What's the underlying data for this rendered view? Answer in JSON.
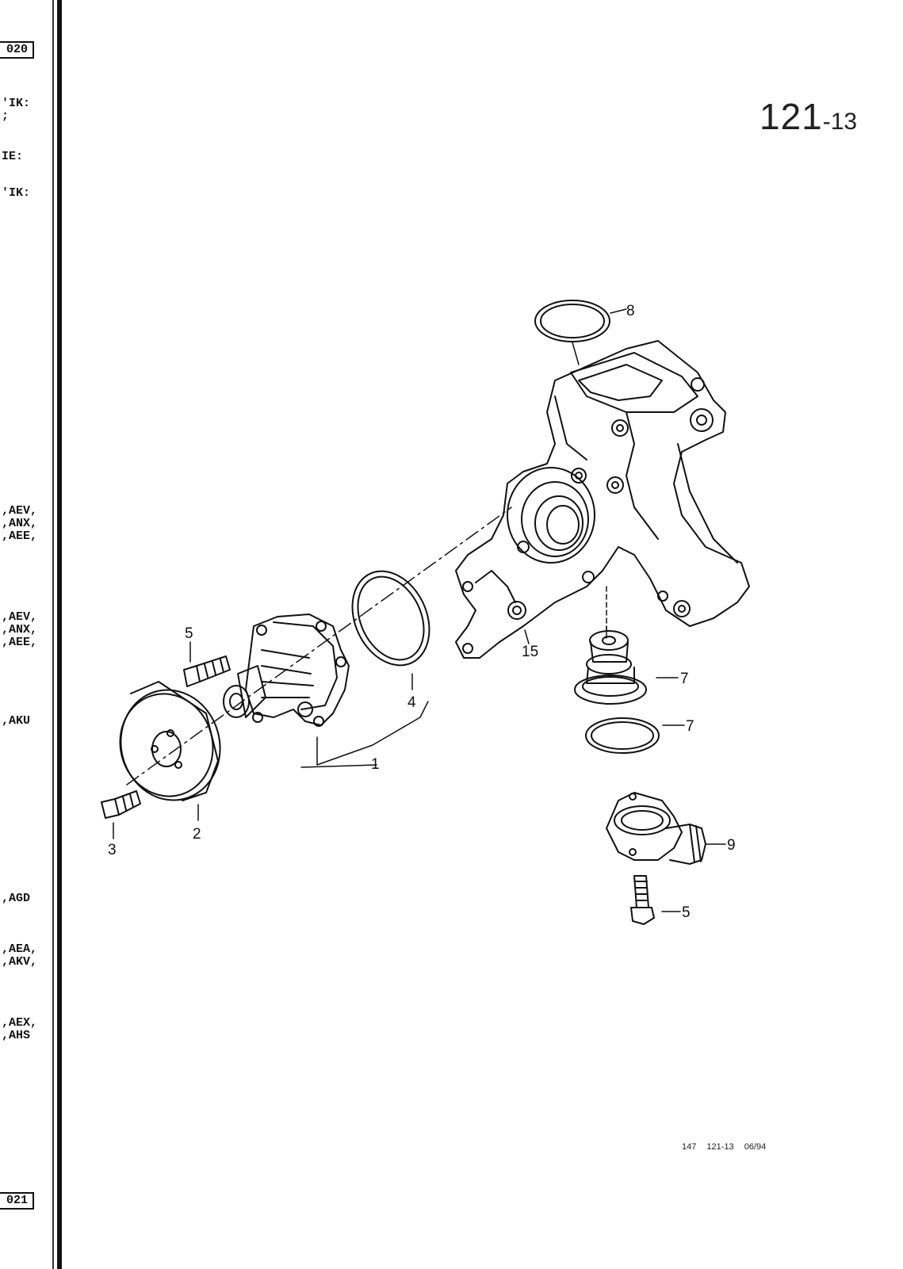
{
  "page": {
    "number_main": "121",
    "number_sub": "-13",
    "footer": "147  121-13  06/94"
  },
  "margin": {
    "top_box": "020",
    "bottom_box": "021",
    "labels": [
      {
        "text": "'IK:\n;"
      },
      {
        "text": "IE:"
      },
      {
        "text": "'IK:"
      },
      {
        "text": ",AEV,\n,ANX,\n,AEE,"
      },
      {
        "text": ",AEV,\n,ANX,\n,AEE,"
      },
      {
        "text": ",AKU"
      },
      {
        "text": ",AGD"
      },
      {
        "text": ",AEA,\n,AKV,"
      },
      {
        "text": ",AEX,\n,AHS"
      }
    ]
  },
  "callouts": [
    {
      "id": "c1",
      "text": "1"
    },
    {
      "id": "c2",
      "text": "2"
    },
    {
      "id": "c3",
      "text": "3"
    },
    {
      "id": "c4",
      "text": "4"
    },
    {
      "id": "c5a",
      "text": "5"
    },
    {
      "id": "c5b",
      "text": "5"
    },
    {
      "id": "c7a",
      "text": "7"
    },
    {
      "id": "c7b",
      "text": "7"
    },
    {
      "id": "c8",
      "text": "8"
    },
    {
      "id": "c9",
      "text": "9"
    },
    {
      "id": "c15",
      "text": "15"
    }
  ]
}
